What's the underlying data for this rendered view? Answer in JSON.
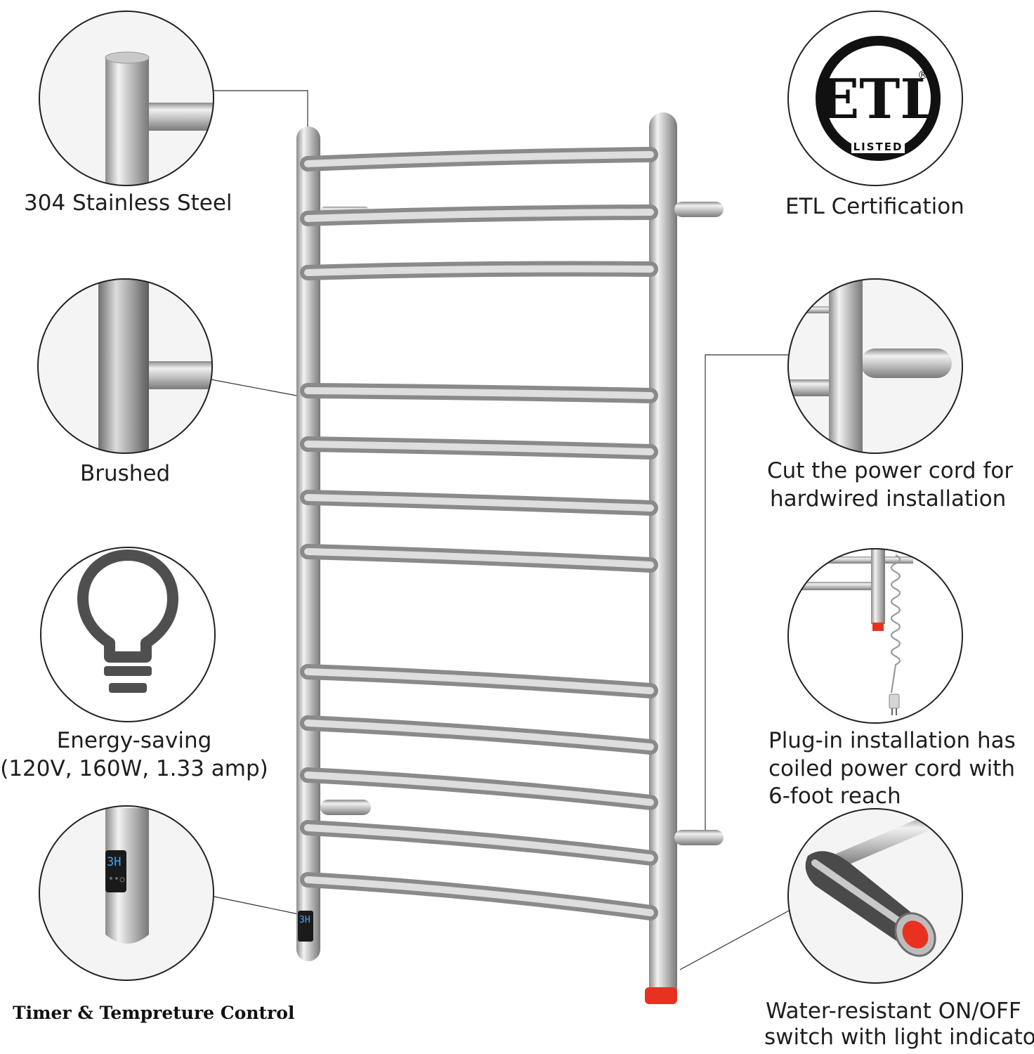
{
  "features": {
    "steel": "304 Stainless Steel",
    "brushed": "Brushed",
    "energy_line1": "Energy-saving",
    "energy_line2": "(120V, 160W, 1.33 amp)",
    "timer": "Timer & Tempreture Control",
    "etl": "ETL Certification",
    "hardwire_line1": "Cut the power cord for",
    "hardwire_line2": "hardwired installation",
    "plugin_line1": "Plug-in installation has",
    "plugin_line2": "coiled power cord with",
    "plugin_line3": "6-foot reach",
    "switch_line1": "Water-resistant ON/OFF",
    "switch_line2": "switch with light indicator"
  },
  "etl_logo": {
    "letters": "ETL",
    "listed": "LISTED",
    "mark": "®"
  },
  "display": {
    "readout": "3H"
  },
  "colors": {
    "steel_light": "#e4e4e4",
    "steel_mid": "#b9b9b9",
    "steel_dark": "#7d7d7d",
    "indicator_red": "#e8321f",
    "display_blue": "#3fa8ff",
    "icon_gray": "#4f4f4f"
  },
  "icons": [
    "lightbulb-icon",
    "etl-logo"
  ]
}
